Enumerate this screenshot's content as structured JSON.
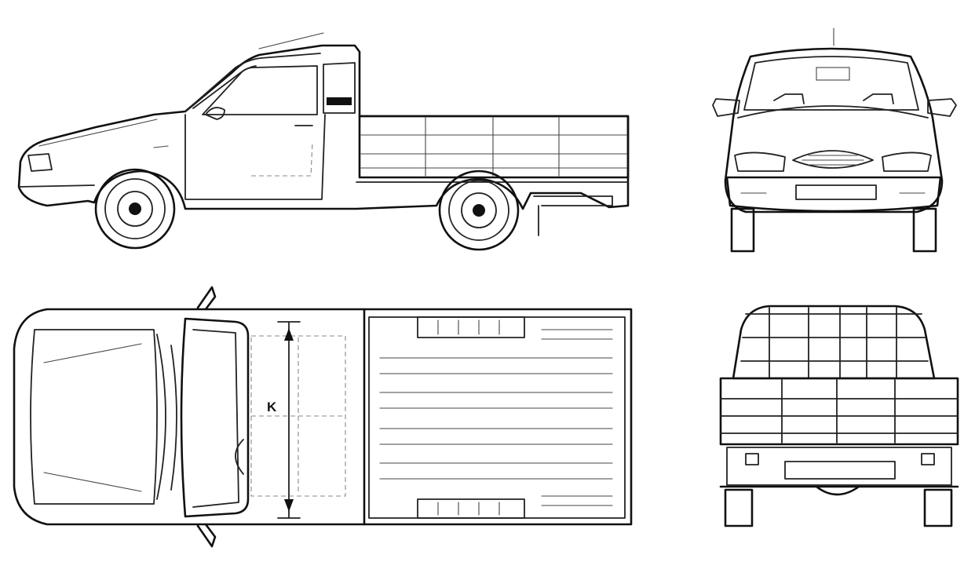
{
  "diagram": {
    "views": [
      "side-view",
      "front-view",
      "top-view",
      "rear-view"
    ],
    "dimension_label": "K",
    "line_color": "#111111",
    "background": "#ffffff"
  }
}
